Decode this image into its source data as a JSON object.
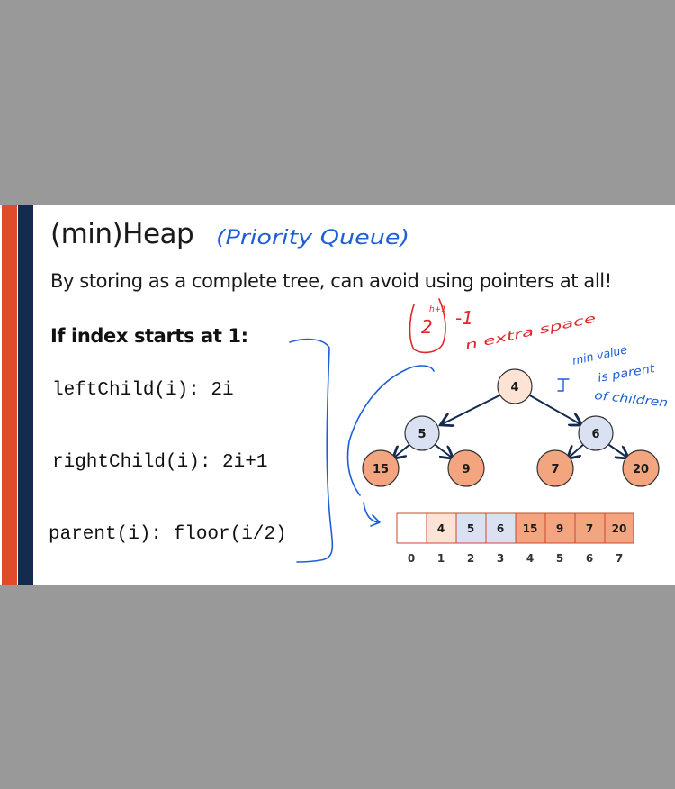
{
  "slide": {
    "title": "(min)Heap",
    "subtitle": "By storing as a complete tree, can avoid using pointers at all!",
    "index_heading": "If index starts at 1:",
    "formulas": {
      "left_child": "leftChild(i): 2i",
      "right_child": "rightChild(i): 2i+1",
      "parent": "parent(i): floor(i/2)"
    }
  },
  "annotations": {
    "priority_queue": "(Priority Queue)",
    "power_base": "2",
    "power_exp": "h+1",
    "minus_one": "-1",
    "extra_space": "n extra space",
    "min_value_1": "min value",
    "min_value_2": "is parent",
    "min_value_3": "of children"
  },
  "tree": {
    "nodes": [
      "4",
      "5",
      "6",
      "15",
      "9",
      "7",
      "20"
    ]
  },
  "array": {
    "values": [
      "",
      "4",
      "5",
      "6",
      "15",
      "9",
      "7",
      "20"
    ],
    "indices": [
      "0",
      "1",
      "2",
      "3",
      "4",
      "5",
      "6",
      "7"
    ]
  },
  "colors": {
    "accent_red": "#e04b2c",
    "accent_navy": "#142a4f",
    "root_fill": "#fde3d6",
    "level1_fill": "#d9e1f2",
    "leaf_fill": "#f3a57f",
    "ink_blue": "#1f5fd6",
    "ink_red": "#e0262b"
  }
}
